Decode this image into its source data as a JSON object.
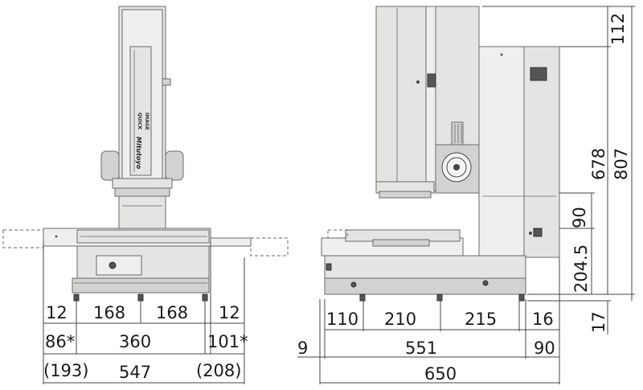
{
  "front_view": {
    "brand": "Mitutoyo",
    "column_label_1": "QUICK",
    "column_label_2": "IMAGE",
    "dimensions": {
      "d12_left": "12",
      "d168_left": "168",
      "d168_right": "168",
      "d12_right": "12",
      "d86": "86*",
      "d360": "360",
      "d101": "101*",
      "d193": "(193)",
      "d547": "547",
      "d208": "(208)"
    }
  },
  "side_view": {
    "dimensions": {
      "d110": "110",
      "d210": "210",
      "d215": "215",
      "d16": "16",
      "d9": "9",
      "d551": "551",
      "d90_bottom": "90",
      "d650": "650",
      "d112": "112",
      "d678": "678",
      "d807": "807",
      "d90_vertical": "90",
      "d204_5": "204.5",
      "d17": "17"
    }
  }
}
